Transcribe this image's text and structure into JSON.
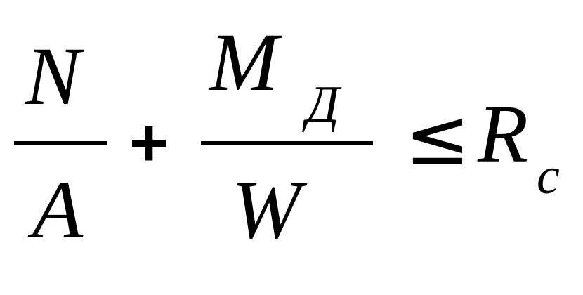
{
  "formula": {
    "fraction1": {
      "numerator": "N",
      "denominator": "A"
    },
    "plus_operator": "+",
    "fraction2": {
      "numerator": "M",
      "numerator_subscript": "Д",
      "denominator": "W"
    },
    "relation_operator": "≤",
    "rhs": {
      "symbol": "R",
      "subscript": "c"
    }
  }
}
